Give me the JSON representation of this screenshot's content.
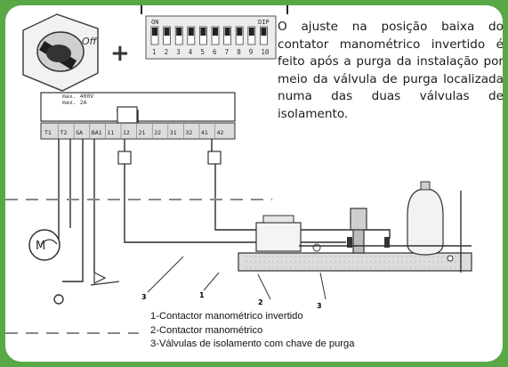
{
  "description": "O ajuste na posição baixa do contator manométrico invertido é feito após a purga da instalação por meio da válvula de purga localizada numa das duas válvulas de isolamento.",
  "dip_switch": {
    "on_label": "ON",
    "dip_label": "DIP",
    "numbers": [
      "1",
      "2",
      "3",
      "4",
      "5",
      "6",
      "7",
      "8",
      "9",
      "10"
    ]
  },
  "knob": {
    "off_label": "Off",
    "plus": "+"
  },
  "rating": {
    "line1": "max. 400V",
    "line2": "max. 2A"
  },
  "terminals": [
    "T1",
    "T2",
    "GA",
    "BA1",
    "11",
    "12",
    "21",
    "22",
    "31",
    "32",
    "41",
    "42"
  ],
  "motor_label": "M",
  "callouts": {
    "left_3": "3",
    "one": "1",
    "two": "2",
    "right_3": "3"
  },
  "legend": [
    "1-Contactor manométrico invertido",
    "2-Contactor manométrico",
    "3-Válvulas de isolamento com chave de purga"
  ]
}
